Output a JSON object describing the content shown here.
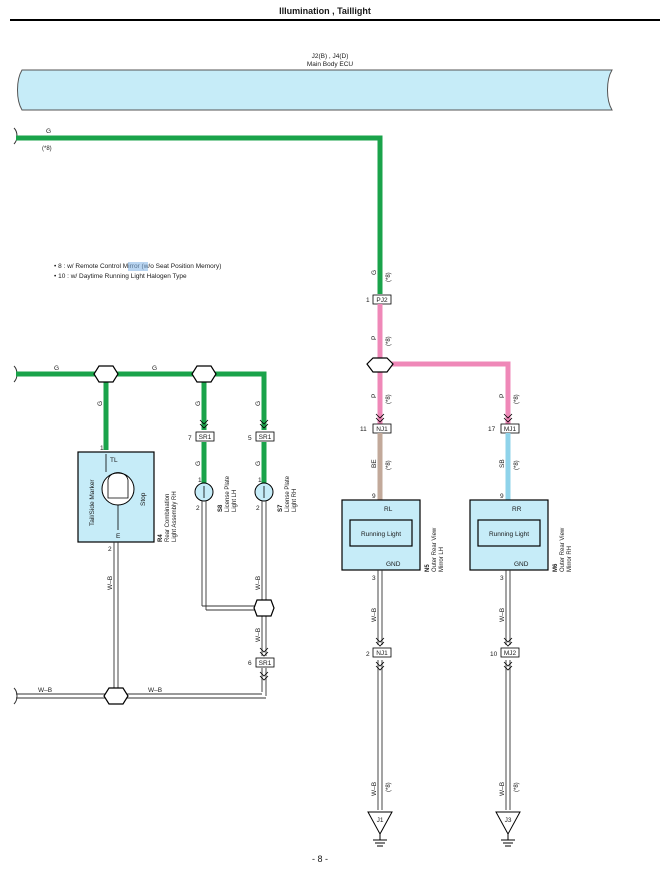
{
  "header": {
    "title": "Illumination , Taillight",
    "page_number": "- 8 -"
  },
  "ecu": {
    "code": "J2(B) , J4(D)",
    "name": "Main Body ECU"
  },
  "notes": {
    "note1_prefix": "• 8 : w/ Remote Control ",
    "note1_highlight": "Mirror",
    "note1_suffix": " (w/o Seat Position Memory)",
    "note2": "• 10 : w/ Daytime Running Light Halogen Type"
  },
  "wires": {
    "top_g": "G",
    "top_g_cond": "(*8)",
    "mid_g_left": "G",
    "mid_g_right": "G",
    "vert_g_pj2": "G",
    "vert_g_pj2_cond": "(*8)",
    "p_upper": "P",
    "p_upper_cond": "(*8)",
    "p_left": "P",
    "p_left_cond": "(*8)",
    "p_right": "P",
    "p_right_cond": "(*8)",
    "be": "BE",
    "be_cond": "(*8)",
    "sb": "SB",
    "sb_cond": "(*8)",
    "g_r4": "G",
    "g_s8": "G",
    "g_s7": "G",
    "wb_r4": "W–B",
    "wb_s7": "W–B",
    "wb_sr1": "W–B",
    "wb_bottom_left": "W–B",
    "wb_bottom_right": "W–B",
    "wb_n5": "W–B",
    "wb_m6": "W–B",
    "wb_j1": "W–B",
    "wb_j1_cond": "(*8)",
    "wb_j3": "W–B",
    "wb_j3_cond": "(*8)"
  },
  "connectors": {
    "pj2": {
      "pin": "1",
      "name": "PJ2"
    },
    "nj1_top": {
      "pin": "11",
      "name": "NJ1"
    },
    "mj1": {
      "pin": "17",
      "name": "MJ1"
    },
    "sr1_s8": {
      "pin": "7",
      "name": "SR1"
    },
    "sr1_s7": {
      "pin": "5",
      "name": "SR1"
    },
    "sr1_bottom": {
      "pin": "6",
      "name": "SR1"
    },
    "nj1_bottom": {
      "pin": "2",
      "name": "NJ1"
    },
    "mj2": {
      "pin": "10",
      "name": "MJ2"
    }
  },
  "components": {
    "r4": {
      "code": "R4",
      "line1": "Rear Combination",
      "line2": "Light Assembly RH",
      "box_label": "Tail/Side Marker",
      "tl": "TL",
      "stop": "Stop",
      "e": "E",
      "pin_top": "1",
      "pin_bottom": "2"
    },
    "s8": {
      "code": "S8",
      "line1": "License Plate",
      "line2": "Light LH",
      "pin_top": "1",
      "pin_bottom": "2"
    },
    "s7": {
      "code": "S7",
      "line1": "License Plate",
      "line2": "Light RH",
      "pin_top": "1",
      "pin_bottom": "2"
    },
    "n5": {
      "code": "N5",
      "line1": "Outer Rear View",
      "line2": "Mirror LH",
      "top_label": "RL",
      "inner": "Running Light",
      "gnd": "GND",
      "pin_top": "9",
      "pin_bottom": "3"
    },
    "m6": {
      "code": "M6",
      "line1": "Outer Rear View",
      "line2": "Mirror RH",
      "top_label": "RR",
      "inner": "Running Light",
      "gnd": "GND",
      "pin_top": "9",
      "pin_bottom": "3"
    }
  },
  "grounds": {
    "j1": "J1",
    "j3": "J3"
  },
  "colors": {
    "green": "#1aa34a",
    "pink": "#ef88b8",
    "beige": "#c2a99a",
    "sky": "#8fd3ea",
    "ecu_fill": "#c6ecf8",
    "component_fill": "#c6ecf8",
    "highlight": "#7fb2e5"
  }
}
